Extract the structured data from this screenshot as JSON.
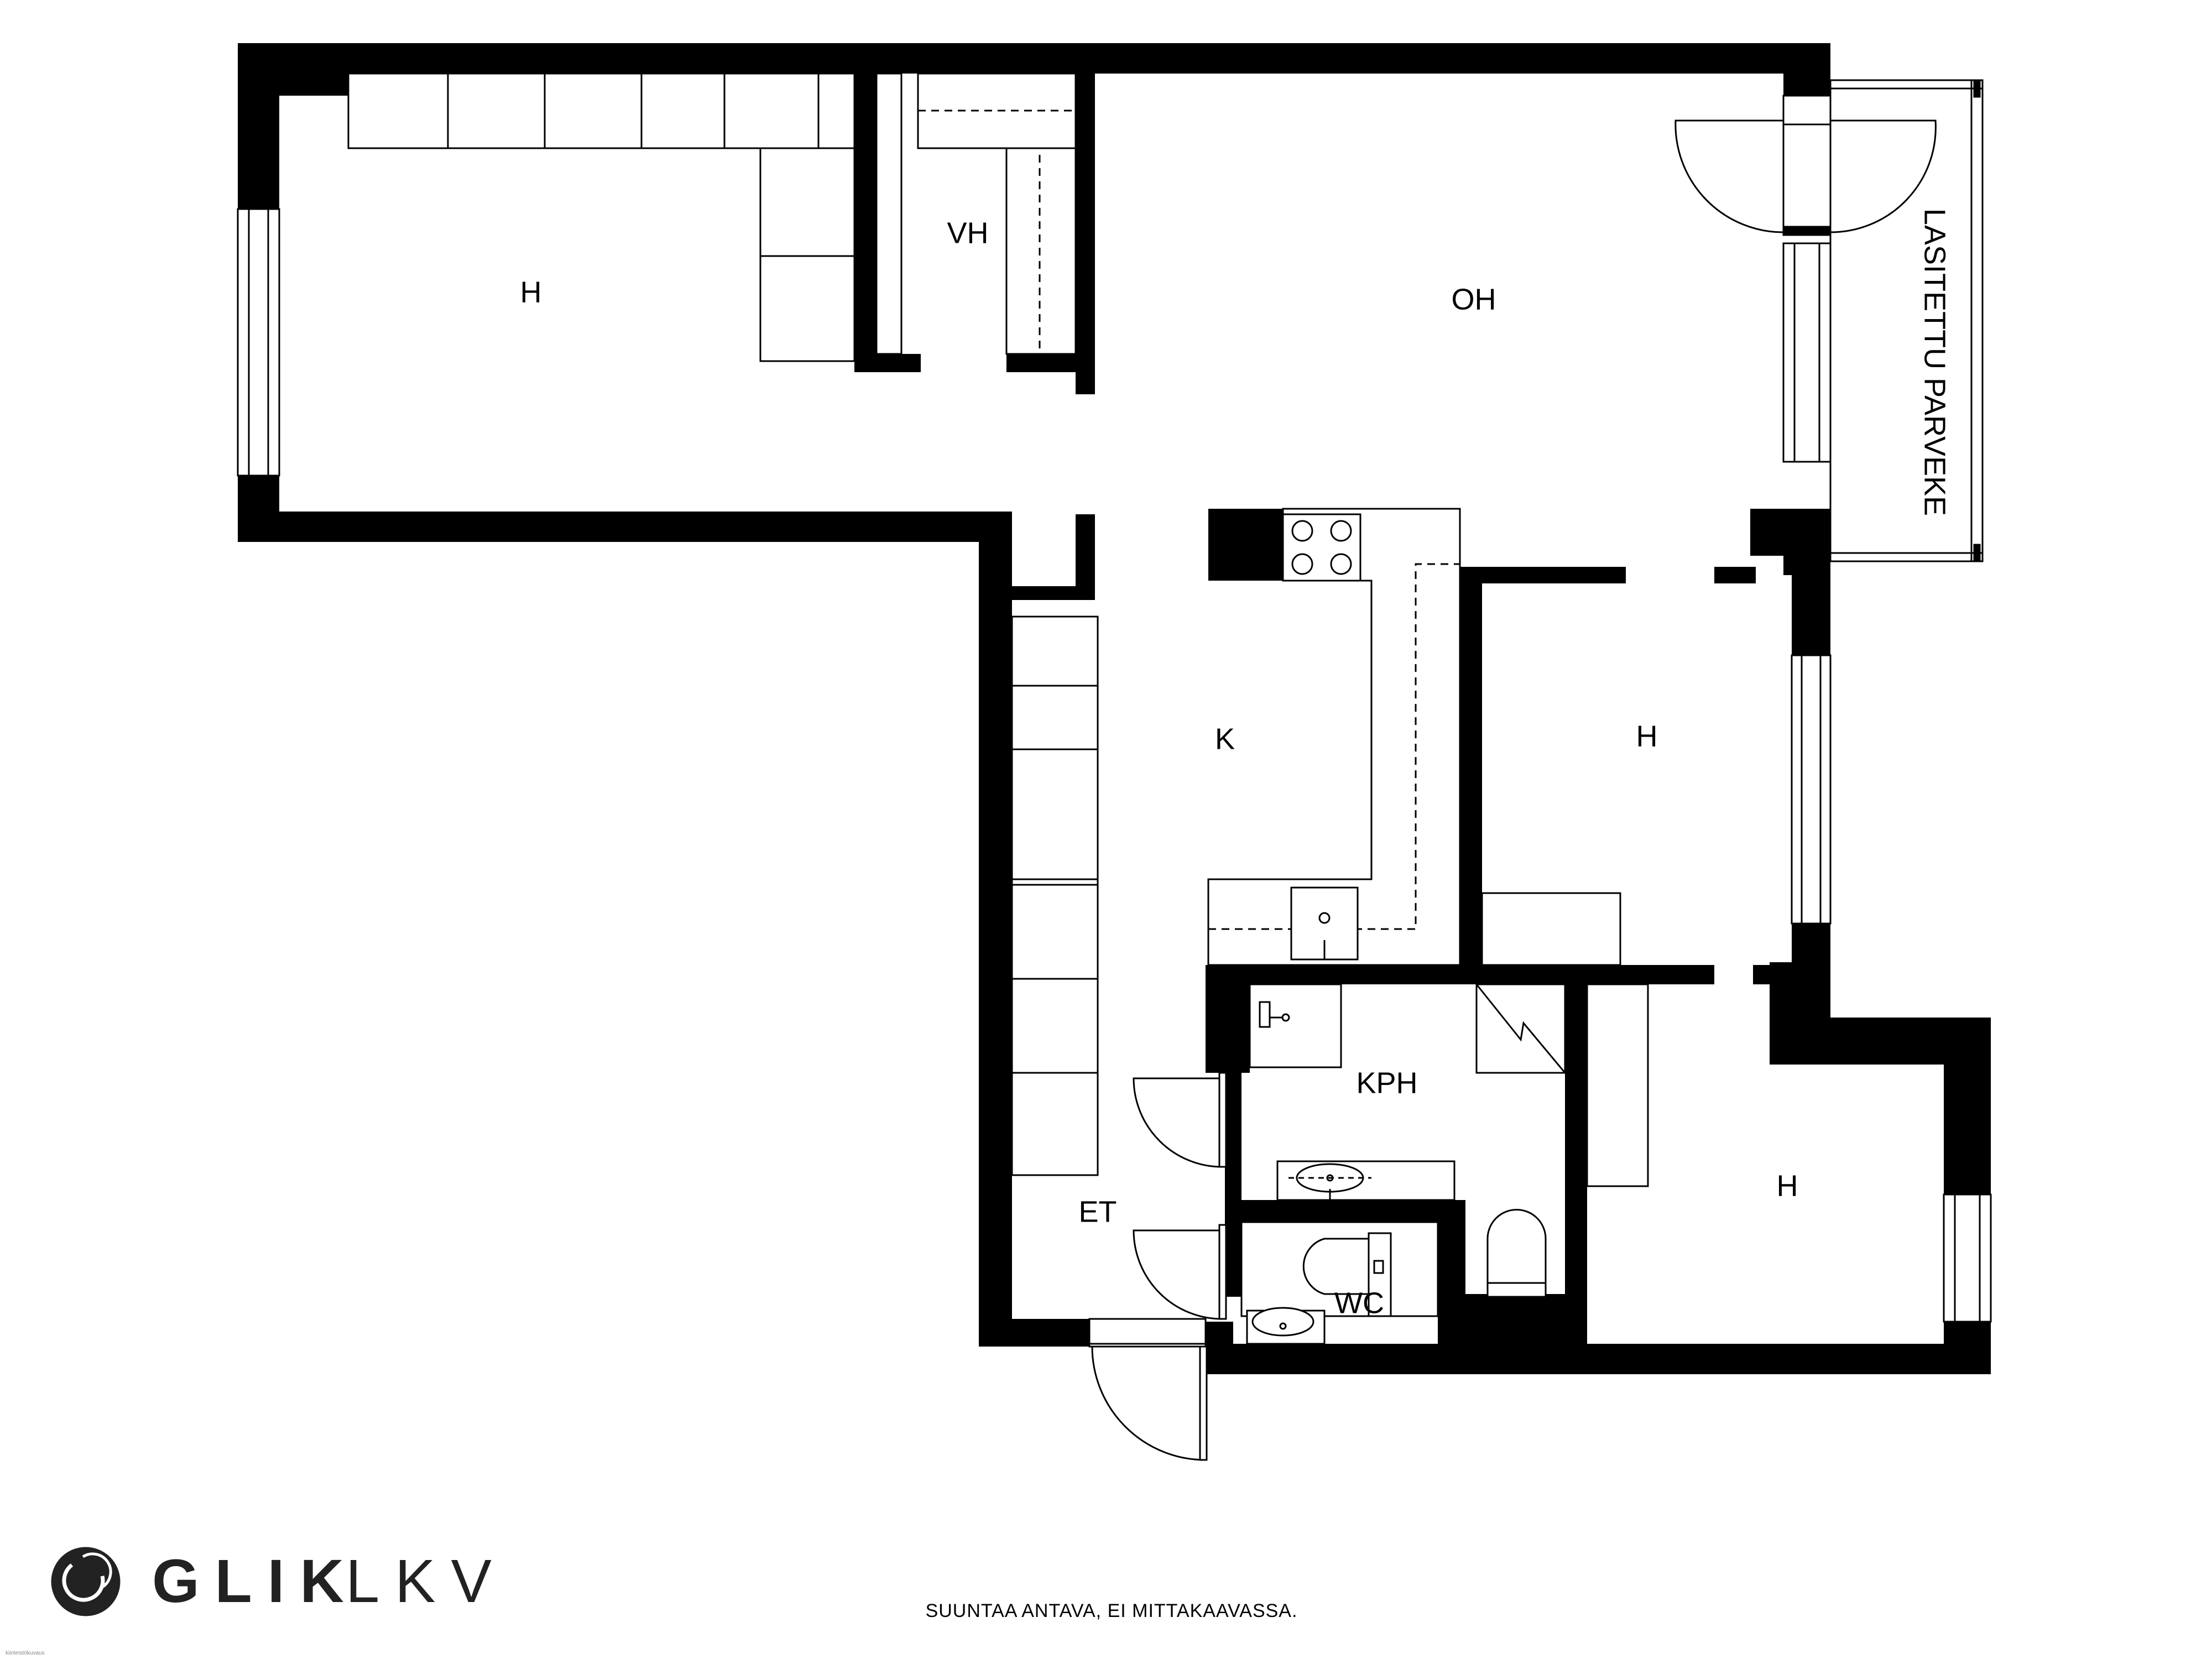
{
  "rooms": {
    "bedroom_1": "H",
    "walk_in_closet": "VH",
    "living_room": "OH",
    "balcony": "LASITETTU PARVEKE",
    "kitchen": "K",
    "bedroom_2": "H",
    "bathroom": "KPH",
    "bedroom_3": "H",
    "entrance": "ET",
    "toilet": "WC"
  },
  "footer": {
    "brand_bold": "GLIK",
    "brand_light": "LKV",
    "disclaimer": "SUUNTAA ANTAVA, EI MITTAKAAVASSA.",
    "credit": "kiinteistökuvaus"
  },
  "colors": {
    "wall": "#000000",
    "background": "#ffffff",
    "fixture_stroke": "#000000",
    "brand_text": "#222222"
  },
  "icons": {
    "logo": "glik-logo-icon"
  }
}
